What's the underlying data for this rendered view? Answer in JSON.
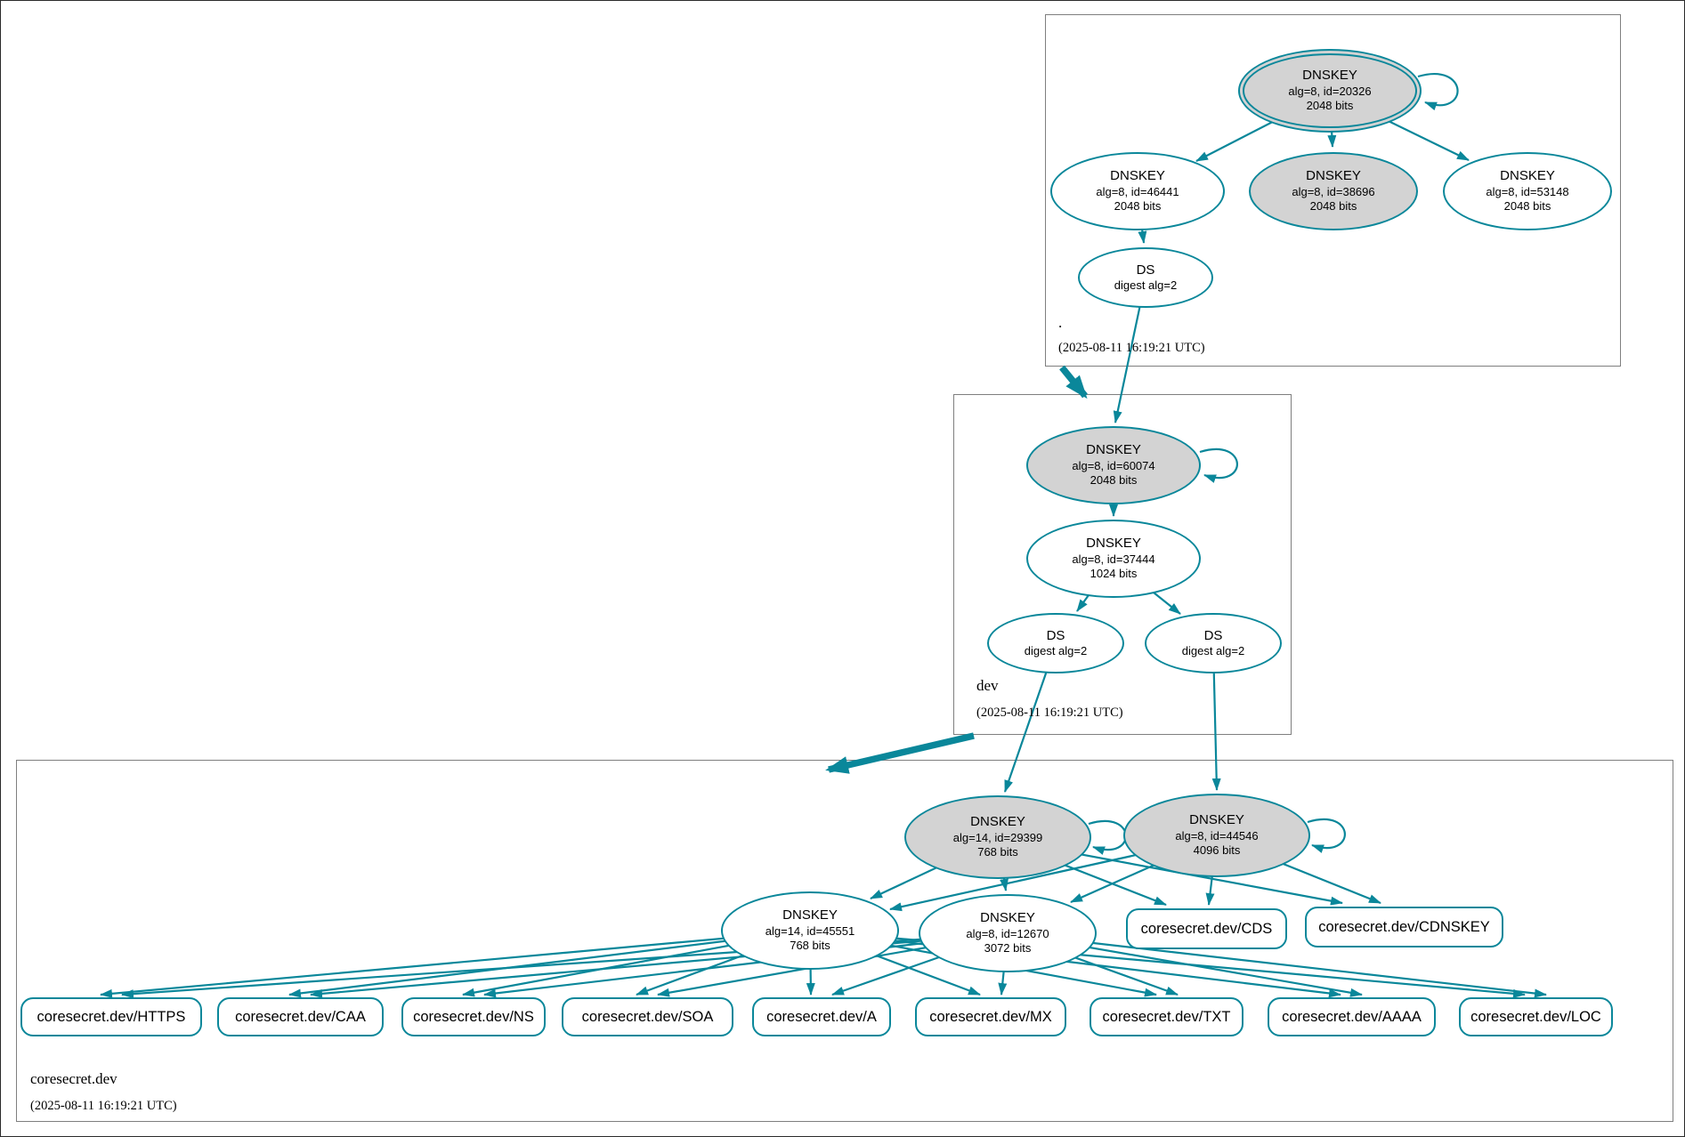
{
  "colors": {
    "secure_teal": "#0a879a",
    "sep_key_fill": "#d3d3d3",
    "zone_border_gray": "#7f7f7f"
  },
  "zones": {
    "root": {
      "name": ".",
      "timestamp": "(2025-08-11 16:19:21 UTC)",
      "nodes": {
        "ksk20326": {
          "title": "DNSKEY",
          "alg": "alg=8, id=20326",
          "bits": "2048 bits"
        },
        "zsk46441": {
          "title": "DNSKEY",
          "alg": "alg=8, id=46441",
          "bits": "2048 bits"
        },
        "key38696": {
          "title": "DNSKEY",
          "alg": "alg=8, id=38696",
          "bits": "2048 bits"
        },
        "key53148": {
          "title": "DNSKEY",
          "alg": "alg=8, id=53148",
          "bits": "2048 bits"
        },
        "ds": {
          "title": "DS",
          "digest": "digest alg=2"
        }
      }
    },
    "dev": {
      "name": "dev",
      "timestamp": "(2025-08-11 16:19:21 UTC)",
      "nodes": {
        "ksk60074": {
          "title": "DNSKEY",
          "alg": "alg=8, id=60074",
          "bits": "2048 bits"
        },
        "zsk37444": {
          "title": "DNSKEY",
          "alg": "alg=8, id=37444",
          "bits": "1024 bits"
        },
        "ds_left": {
          "title": "DS",
          "digest": "digest alg=2"
        },
        "ds_right": {
          "title": "DS",
          "digest": "digest alg=2"
        }
      }
    },
    "coresecret": {
      "name": "coresecret.dev",
      "timestamp": "(2025-08-11 16:19:21 UTC)",
      "nodes": {
        "ksk29399": {
          "title": "DNSKEY",
          "alg": "alg=14, id=29399",
          "bits": "768 bits"
        },
        "ksk44546": {
          "title": "DNSKEY",
          "alg": "alg=8, id=44546",
          "bits": "4096 bits"
        },
        "zsk45551": {
          "title": "DNSKEY",
          "alg": "alg=14, id=45551",
          "bits": "768 bits"
        },
        "zsk12670": {
          "title": "DNSKEY",
          "alg": "alg=8, id=12670",
          "bits": "3072 bits"
        }
      },
      "rrsets": {
        "cds": "coresecret.dev/CDS",
        "cdnskey": "coresecret.dev/CDNSKEY",
        "https": "coresecret.dev/HTTPS",
        "caa": "coresecret.dev/CAA",
        "ns": "coresecret.dev/NS",
        "soa": "coresecret.dev/SOA",
        "a": "coresecret.dev/A",
        "mx": "coresecret.dev/MX",
        "txt": "coresecret.dev/TXT",
        "aaaa": "coresecret.dev/AAAA",
        "loc": "coresecret.dev/LOC"
      }
    }
  }
}
